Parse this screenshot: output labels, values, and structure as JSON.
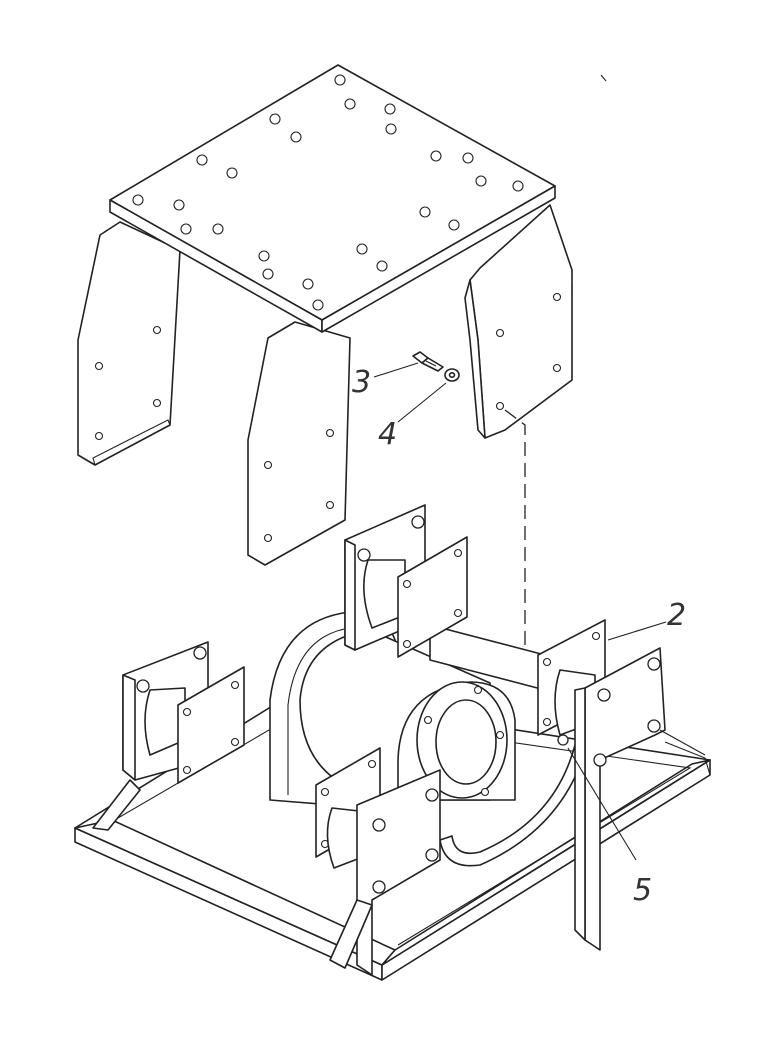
{
  "callouts": [
    {
      "id": "bolt",
      "label": "3"
    },
    {
      "id": "washer",
      "label": "4"
    },
    {
      "id": "shock-mount",
      "label": "2"
    },
    {
      "id": "nut",
      "label": "5"
    }
  ],
  "colors": {
    "line": "#222222",
    "paper": "#ffffff",
    "label": "#333333"
  }
}
